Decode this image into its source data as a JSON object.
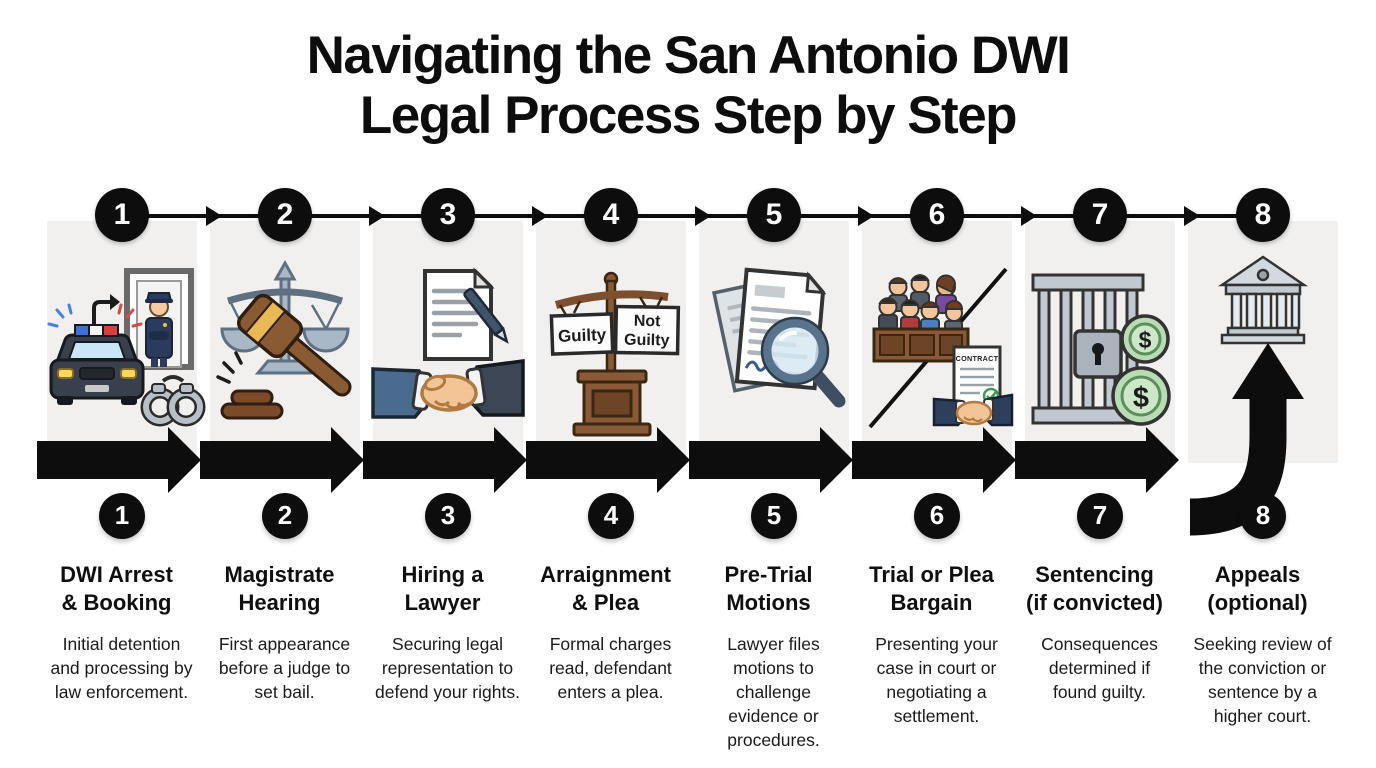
{
  "title": {
    "line1": "Navigating the San Antonio DWI",
    "line2": "Legal Process Step by Step"
  },
  "colors": {
    "black": "#0d0d0d",
    "panel_bg": "#f1f0ee",
    "coin_green": "#b9dcb4",
    "wood_brown": "#8a5a38",
    "gavel_gold": "#e9b857",
    "scale_gray": "#a9b8c6",
    "skin": "#f3c596",
    "navy": "#2c3a5e"
  },
  "steps": [
    {
      "number": "1",
      "title_line1": "DWI Arrest",
      "title_line2": "& Booking",
      "description": "Initial detention and processing by law enforcement.",
      "icon": "police-arrest-icon"
    },
    {
      "number": "2",
      "title_line1": "Magistrate",
      "title_line2": "Hearing",
      "description": "First appearance before a judge to set bail.",
      "icon": "scales-gavel-icon"
    },
    {
      "number": "3",
      "title_line1": "Hiring a",
      "title_line2": "Lawyer",
      "description": "Securing legal representation to defend your rights.",
      "icon": "handshake-document-icon"
    },
    {
      "number": "4",
      "title_line1": "Arraignment",
      "title_line2": "& Plea",
      "description": "Formal charges read, defendant enters a plea.",
      "icon": "plea-signs-icon",
      "labels": {
        "left": "Guilty",
        "right_line1": "Not",
        "right_line2": "Guilty"
      }
    },
    {
      "number": "5",
      "title_line1": "Pre-Trial",
      "title_line2": "Motions",
      "description": "Lawyer files motions to challenge evidence or procedures.",
      "icon": "documents-magnifier-icon"
    },
    {
      "number": "6",
      "title_line1": "Trial or Plea",
      "title_line2": "Bargain",
      "description": "Presenting your case in court or negotiating a settlement.",
      "icon": "jury-contract-icon",
      "labels": {
        "contract": "CONTRACT"
      }
    },
    {
      "number": "7",
      "title_line1": "Sentencing",
      "title_line2": "(if convicted)",
      "description": "Consequences determined if found guilty.",
      "icon": "jail-fines-icon",
      "labels": {
        "dollar": "$"
      }
    },
    {
      "number": "8",
      "title_line1": "Appeals",
      "title_line2": "(optional)",
      "description": "Seeking review of the conviction or sentence by a higher court.",
      "icon": "courthouse-appeal-icon"
    }
  ]
}
